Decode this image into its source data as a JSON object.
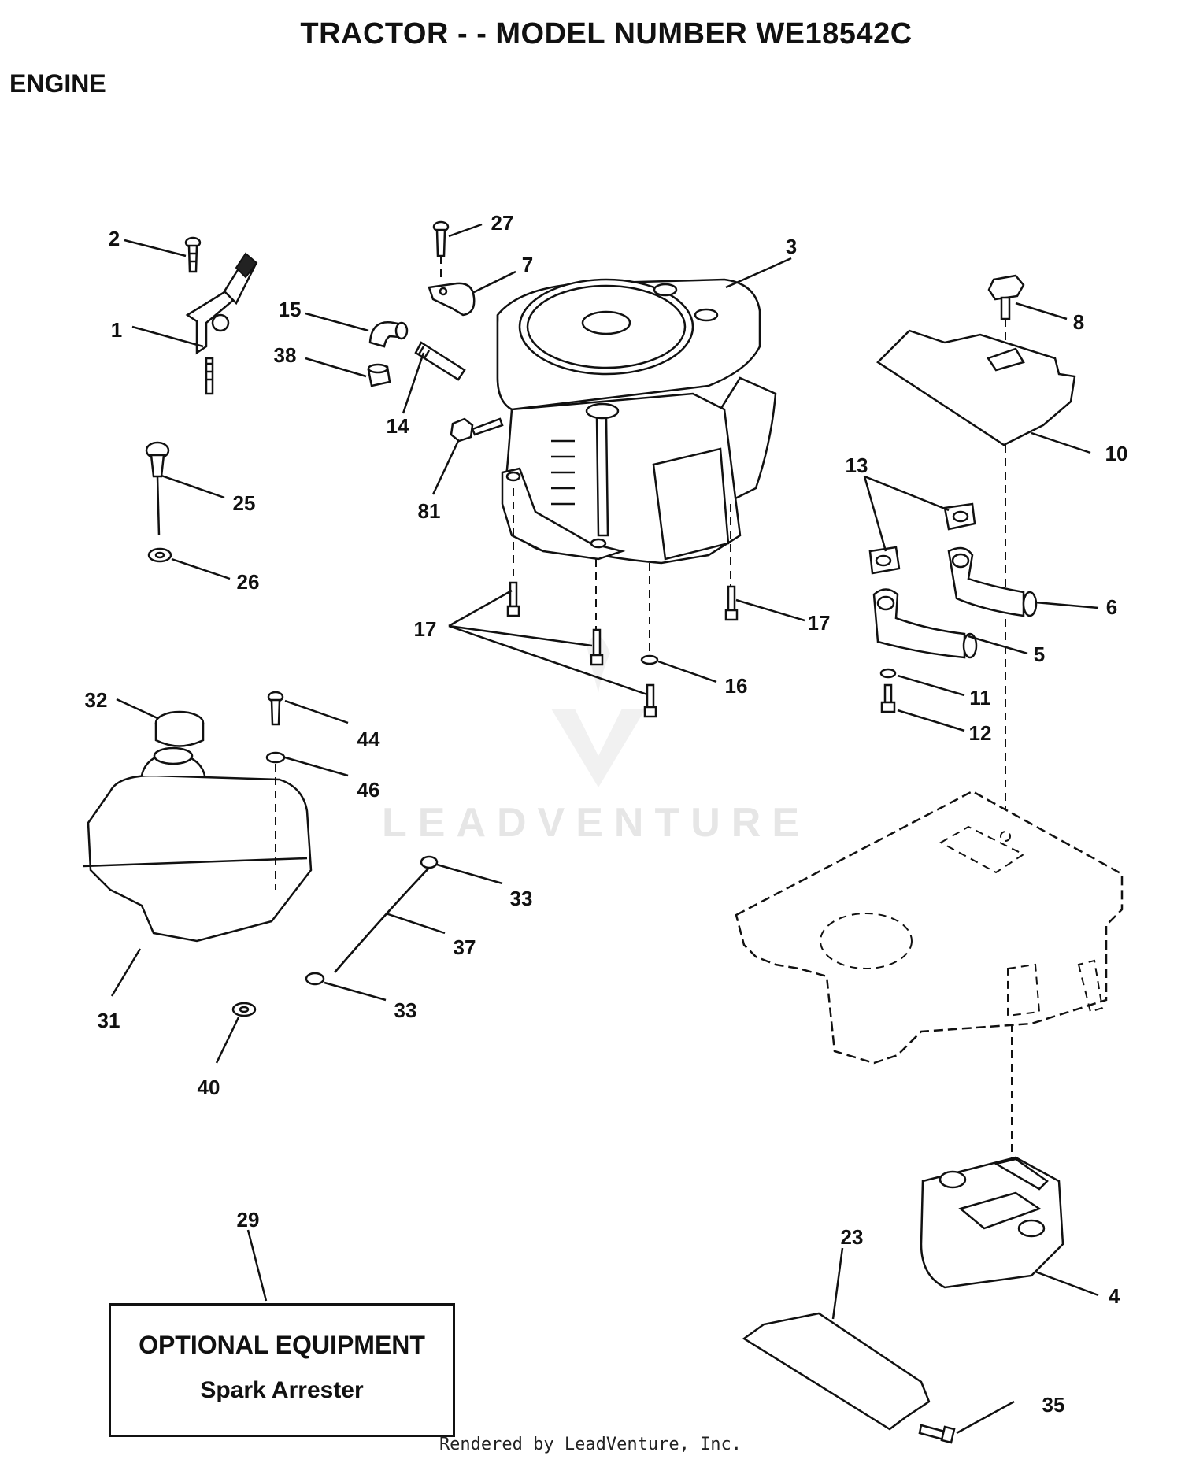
{
  "header": {
    "title": "TRACTOR - - MODEL NUMBER WE18542C",
    "section": "ENGINE"
  },
  "watermark": {
    "text": "LEADVENTURE"
  },
  "callouts": [
    {
      "id": "1",
      "part": "throttle-control"
    },
    {
      "id": "2",
      "part": "screw"
    },
    {
      "id": "3",
      "part": "engine"
    },
    {
      "id": "4",
      "part": "muffler"
    },
    {
      "id": "5",
      "part": "exhaust-pipe-lower"
    },
    {
      "id": "6",
      "part": "exhaust-pipe-upper"
    },
    {
      "id": "7",
      "part": "clamp"
    },
    {
      "id": "8",
      "part": "knob"
    },
    {
      "id": "10",
      "part": "heat-shield"
    },
    {
      "id": "11",
      "part": "washer"
    },
    {
      "id": "12",
      "part": "bolt"
    },
    {
      "id": "13",
      "part": "gasket"
    },
    {
      "id": "14",
      "part": "oil-drain-tube"
    },
    {
      "id": "15",
      "part": "elbow"
    },
    {
      "id": "16",
      "part": "lock-washer"
    },
    {
      "id": "17",
      "part": "bolt"
    },
    {
      "id": "23",
      "part": "muffler-guard"
    },
    {
      "id": "25",
      "part": "choke-knob"
    },
    {
      "id": "26",
      "part": "grommet"
    },
    {
      "id": "27",
      "part": "screw"
    },
    {
      "id": "29",
      "part": "spark-arrester"
    },
    {
      "id": "31",
      "part": "fuel-tank"
    },
    {
      "id": "32",
      "part": "fuel-cap"
    },
    {
      "id": "33",
      "part": "hose-clamp"
    },
    {
      "id": "35",
      "part": "bolt"
    },
    {
      "id": "37",
      "part": "fuel-line"
    },
    {
      "id": "38",
      "part": "cap"
    },
    {
      "id": "40",
      "part": "bushing"
    },
    {
      "id": "44",
      "part": "screw"
    },
    {
      "id": "46",
      "part": "washer"
    },
    {
      "id": "81",
      "part": "nut"
    }
  ],
  "optional_equipment": {
    "title": "OPTIONAL EQUIPMENT",
    "item": "Spark Arrester"
  },
  "footer": "Rendered by LeadVenture, Inc."
}
